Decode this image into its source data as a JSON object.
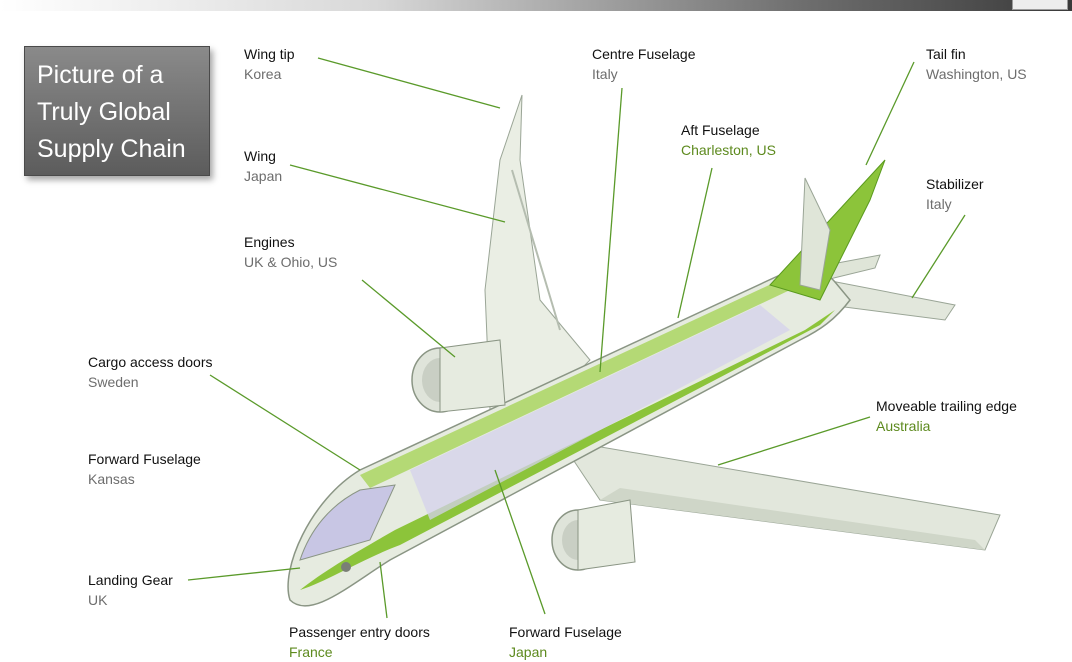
{
  "title": "Picture of a\nTruly Global\nSupply Chain",
  "colors": {
    "fuselage_green": "#8cc43a",
    "fuselage_dark_green": "#5a9a1e",
    "body_grey": "#e6ebe0",
    "seat_lavender": "#b8a8e0",
    "leader_line": "#5a9a2a",
    "highlight_origin": "#5d8a1e"
  },
  "callouts": [
    {
      "part": "Wing tip",
      "origin": "Korea"
    },
    {
      "part": "Wing",
      "origin": "Japan"
    },
    {
      "part": "Engines",
      "origin": "UK & Ohio, US"
    },
    {
      "part": "Cargo access doors",
      "origin": "Sweden"
    },
    {
      "part": "Forward Fuselage",
      "origin": "Kansas"
    },
    {
      "part": "Landing Gear",
      "origin": "UK"
    },
    {
      "part": "Passenger entry doors",
      "origin": "France"
    },
    {
      "part": "Forward Fuselage",
      "origin": "Japan"
    },
    {
      "part": "Centre Fuselage",
      "origin": "Italy"
    },
    {
      "part": "Aft Fuselage",
      "origin": "Charleston, US"
    },
    {
      "part": "Tail fin",
      "origin": "Washington, US"
    },
    {
      "part": "Stabilizer",
      "origin": "Italy"
    },
    {
      "part": "Moveable trailing edge",
      "origin": "Australia"
    }
  ]
}
